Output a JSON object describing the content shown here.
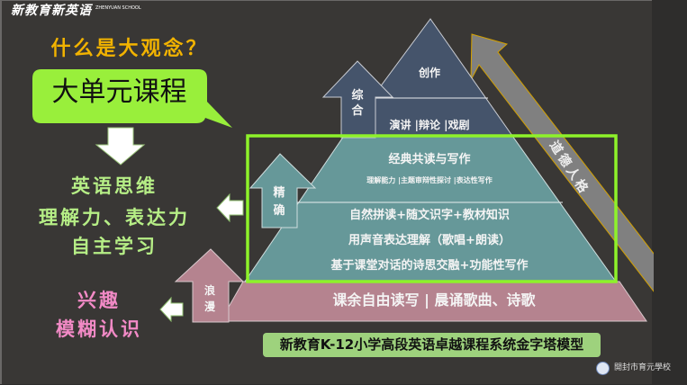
{
  "logo": {
    "text": "新教育新英语",
    "subtext": "ZHENYUAN SCHOOL"
  },
  "question": "什么是大观念？",
  "bubble": "大单元课程",
  "outcomes_upper": [
    "英语思维",
    "理解力、表达力",
    "自主学习"
  ],
  "outcomes_lower": [
    "兴趣",
    "模糊认识"
  ],
  "arrows": {
    "synthesis": "综合",
    "precise": "精确",
    "romantic": "浪漫",
    "moral": "道德人格"
  },
  "pyramid": {
    "top": "创作",
    "tier2": "演讲 |辩论 |戏剧",
    "tier3_title": "经典共读与写作",
    "tier3_sub": "理解能力 |主题审辩性探讨 |表达性写作",
    "tier4": [
      "自然拼读+随文识字+教材知识",
      "用声音表达理解（歌唱+朗读）",
      "基于课堂对话的诗思交融+功能性写作"
    ],
    "base": "课余自由读写 |  晨诵歌曲、诗歌"
  },
  "banner": "新教育K-12小学高段英语卓越课程系统金字塔模型",
  "school": "開封市育元學校",
  "colors": {
    "background": "#393735",
    "question": "#f2b300",
    "bubble": "#99ef3b",
    "outcome_green": "#b6ee86",
    "outcome_pink": "#f28ac6",
    "top_tier": "#45546b",
    "mid_tier": "#669899",
    "base_tier": "#b5838f",
    "frame": "#8ef22a",
    "moral_arrow": "#808080"
  }
}
